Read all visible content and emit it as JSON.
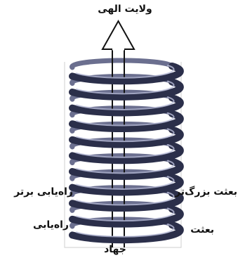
{
  "diagram": {
    "labels": {
      "top": "ولایت الهی",
      "bottom": "جهاد",
      "left_upper": "راه‌یابی برتر",
      "left_lower": "راه‌یابی",
      "right_upper": "بعثت بزرگ‌تر",
      "right_lower": "بعثت"
    },
    "spring": {
      "turns": 11,
      "coil_color": "#2b2f4a",
      "highlight_color": "#b9bdd8",
      "back_color": "#6b6f8f"
    },
    "arrow_color": "#111111",
    "bracket_color": "#bdbdbd"
  }
}
